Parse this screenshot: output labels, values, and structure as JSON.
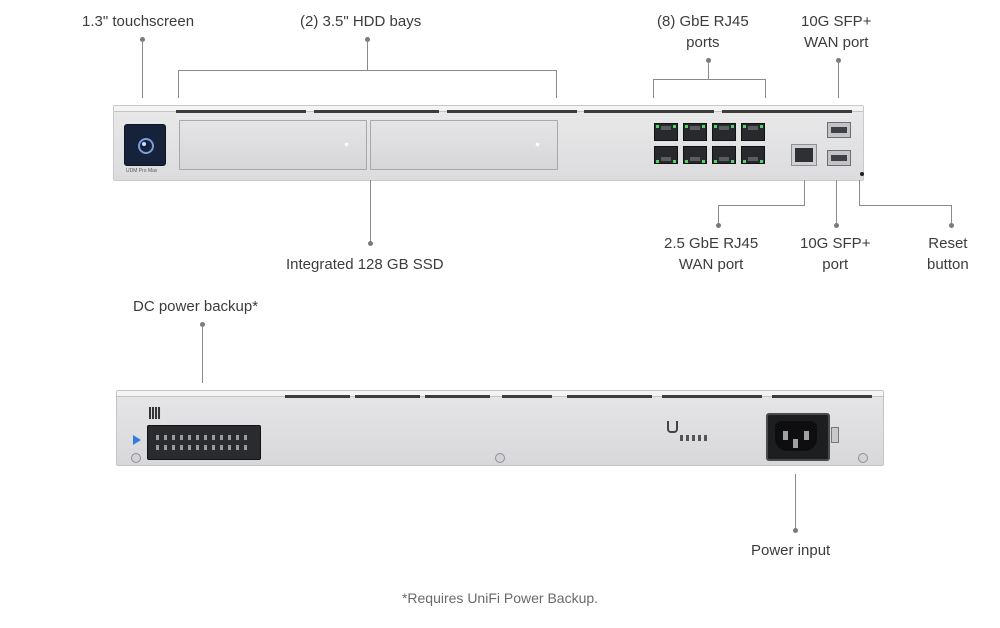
{
  "callouts": {
    "touchscreen": "1.3\" touchscreen",
    "hdd_bays": "(2) 3.5\" HDD bays",
    "gbe_ports_line1": "(8) GbE RJ45",
    "gbe_ports_line2": "ports",
    "sfp_wan_line1": "10G SFP+",
    "sfp_wan_line2": "WAN port",
    "ssd": "Integrated 128 GB SSD",
    "rj45_wan_line1": "2.5 GbE RJ45",
    "rj45_wan_line2": "WAN port",
    "sfp_line1": "10G SFP+",
    "sfp_line2": "port",
    "reset_line1": "Reset",
    "reset_line2": "button",
    "dc_backup": "DC power backup*",
    "power_input": "Power input"
  },
  "device": {
    "model_label": "UDM Pro Max",
    "screen_color": "#16213a",
    "port_led_color": "#53d36a"
  },
  "footnote": "*Requires UniFi Power Backup."
}
